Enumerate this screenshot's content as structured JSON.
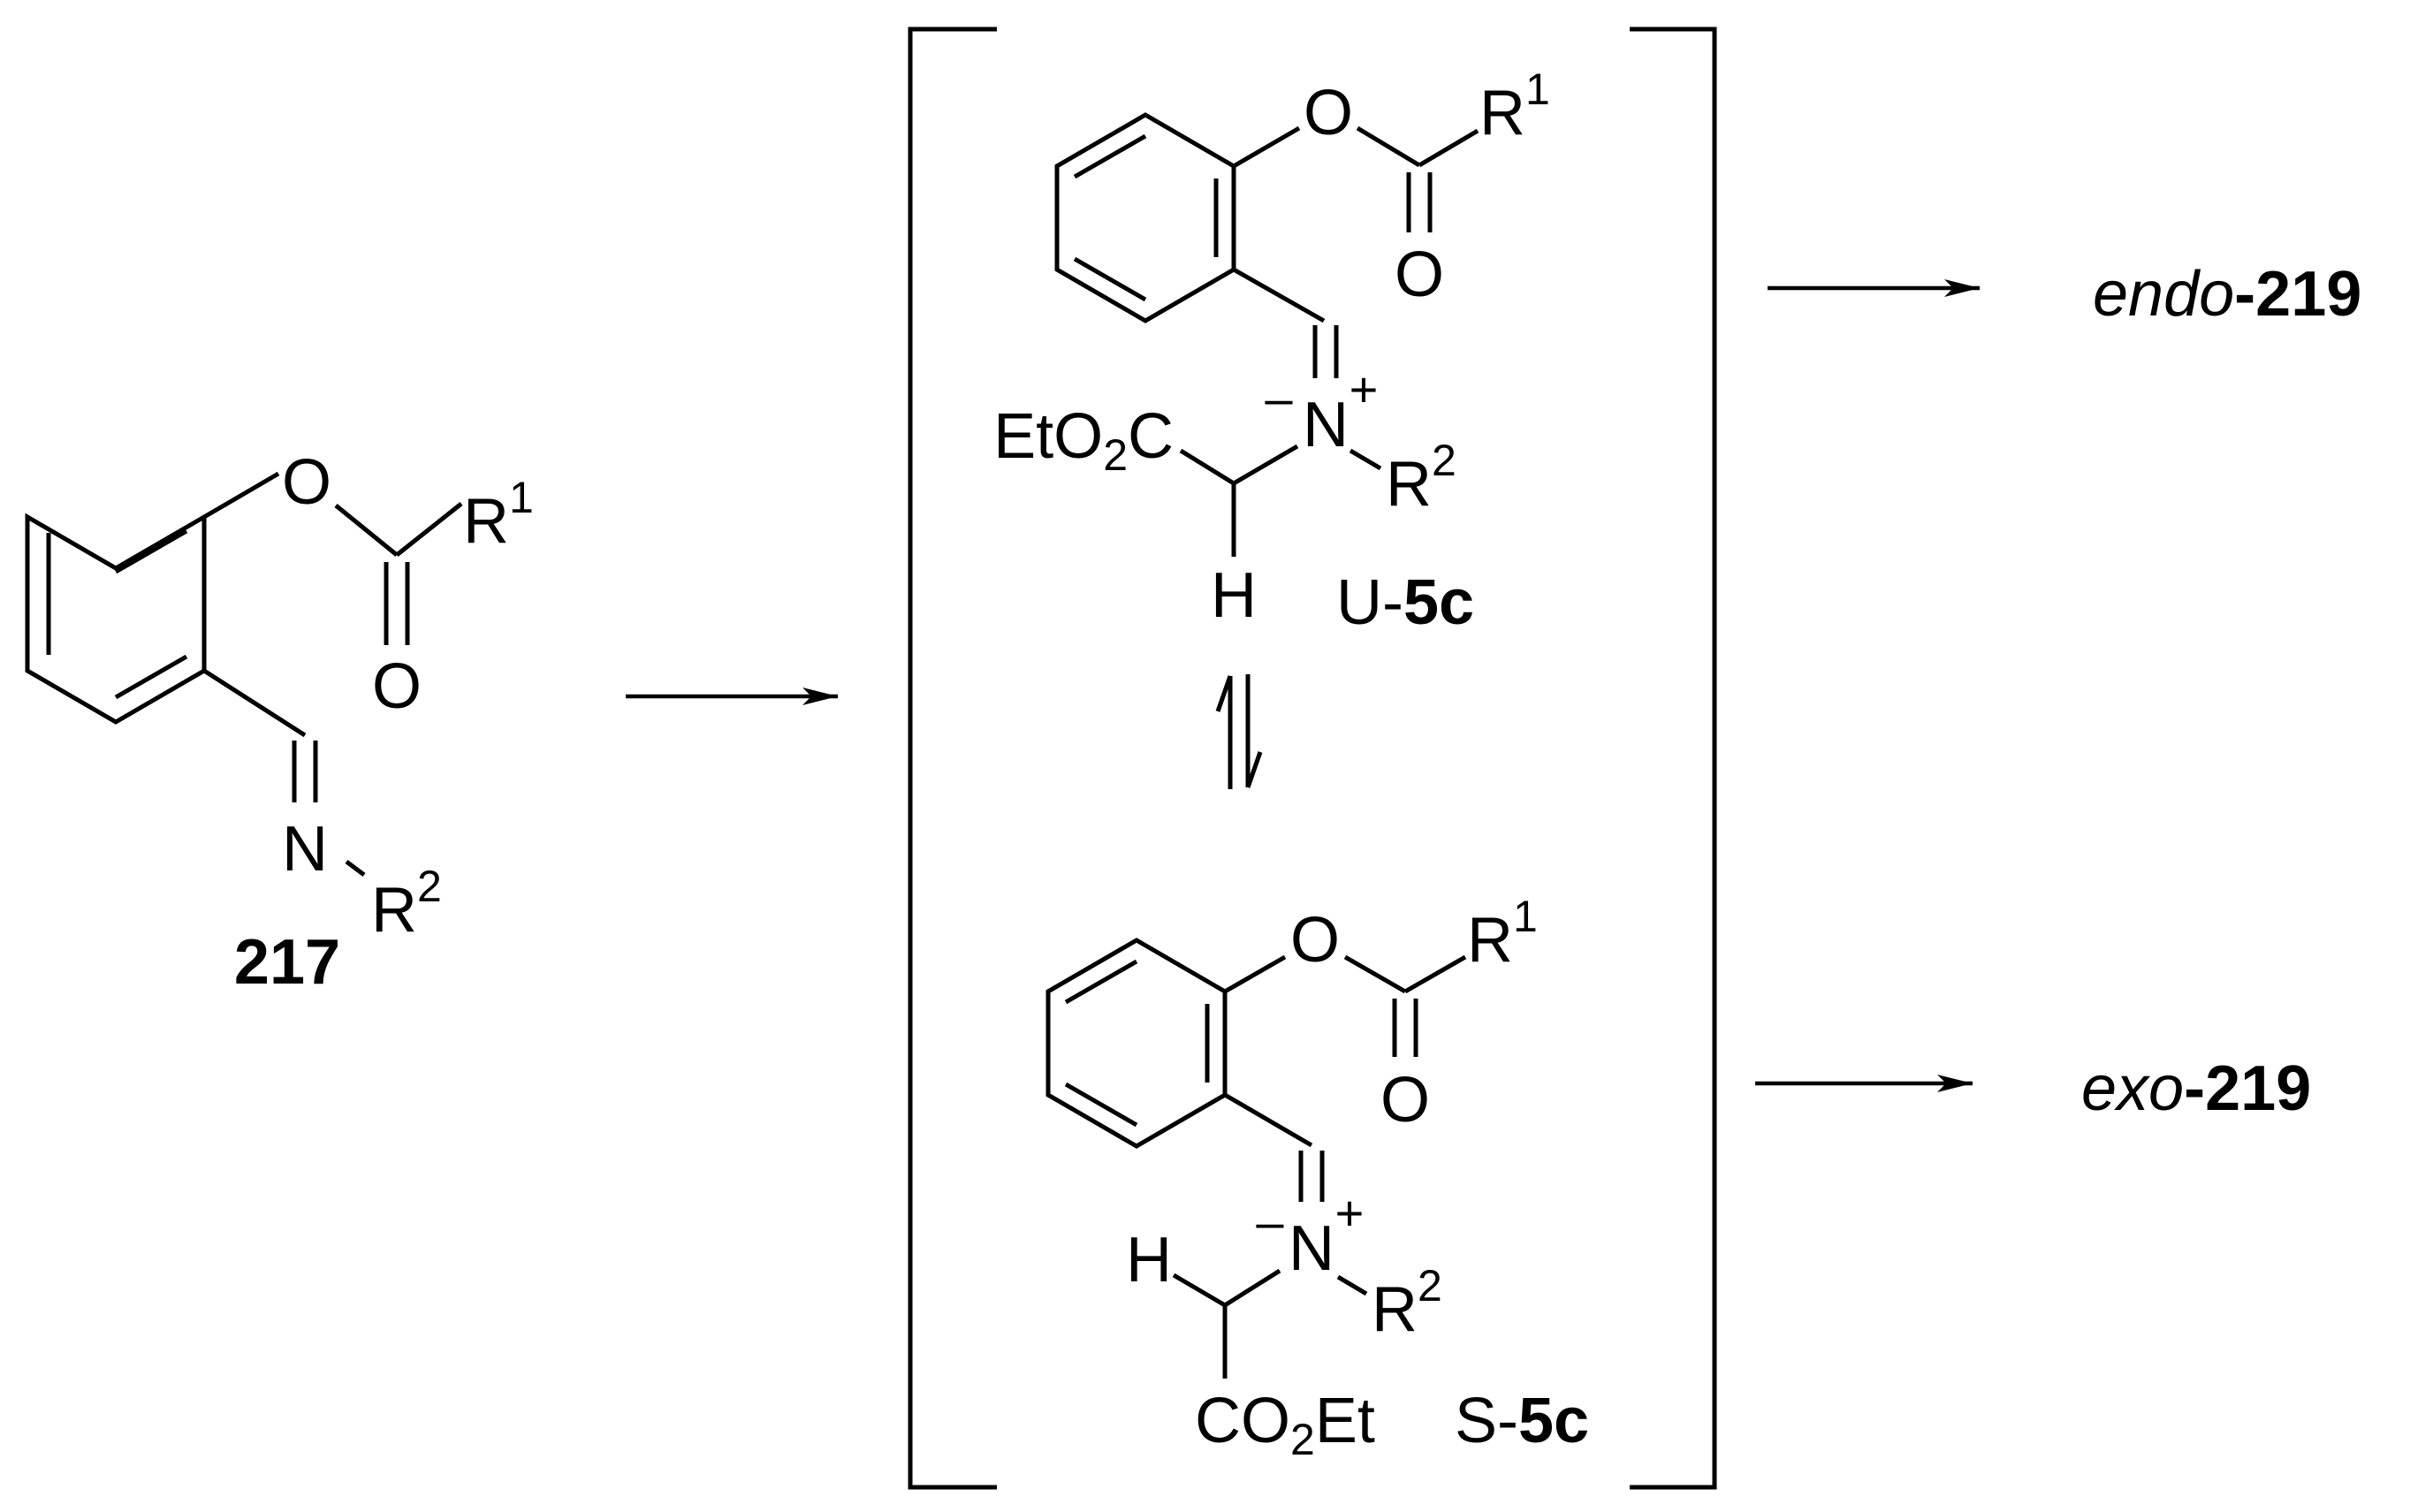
{
  "atoms": {
    "O": "O",
    "N": "N",
    "H": "H",
    "R": "R",
    "sup1": "1",
    "sup2": "2",
    "plus": "+",
    "minus": "–",
    "sub2": "2"
  },
  "groups": {
    "eto2c_left": "EtO",
    "eto2c_right": "C",
    "co2et_left": "CO",
    "co2et_right": "Et"
  },
  "compounds": {
    "start": "217",
    "u_prefix": "U-",
    "u_bold": "5c",
    "s_prefix": "S-",
    "s_bold": "5c",
    "endo_italic": "endo",
    "endo_bold": "-219",
    "exo_italic": "exo",
    "exo_bold": "-219"
  }
}
